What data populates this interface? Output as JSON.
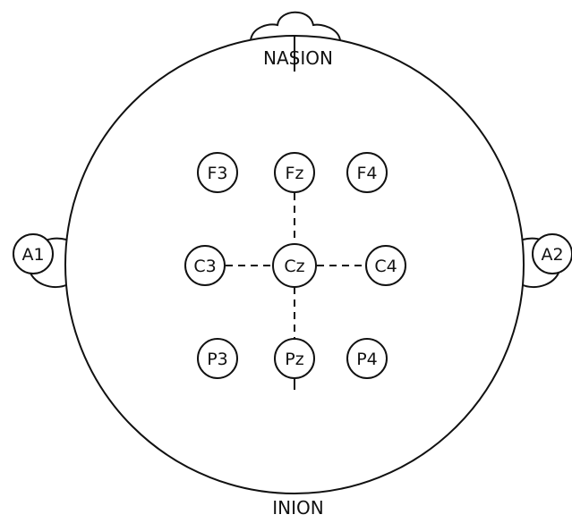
{
  "landmarks": {
    "nasion": "NASION",
    "inion": "INION"
  },
  "electrodes": {
    "a1": "A1",
    "a2": "A2",
    "f3": "F3",
    "fz": "Fz",
    "f4": "F4",
    "c3": "C3",
    "cz": "Cz",
    "c4": "C4",
    "p3": "P3",
    "pz": "Pz",
    "p4": "P4"
  },
  "colors": {
    "stroke": "#111111",
    "background": "#ffffff"
  }
}
